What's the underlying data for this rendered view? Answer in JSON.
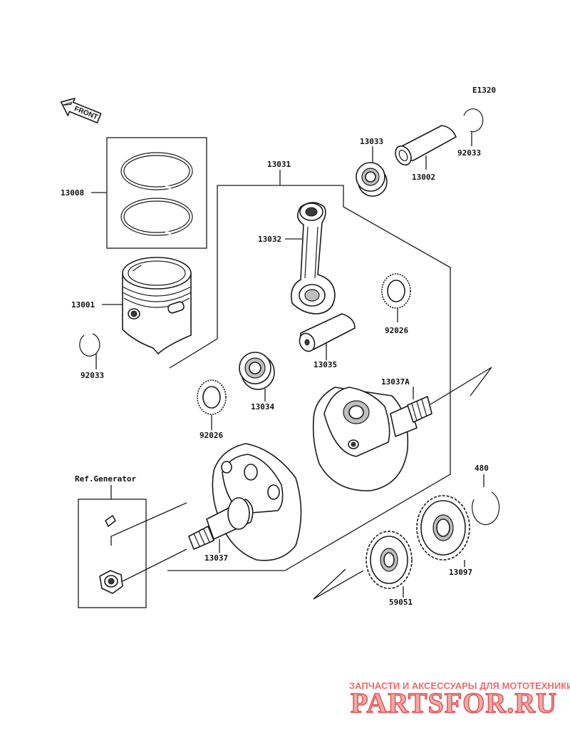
{
  "diagram_code": "E1320",
  "front_label": "FRONT",
  "ref_label": "Ref.Generator",
  "labels": {
    "p13008": "13008",
    "p13001": "13001",
    "p92033a": "92033",
    "p92033b": "92033",
    "p13033": "13033",
    "p13002": "13002",
    "p13031": "13031",
    "p13032": "13032",
    "p92026a": "92026",
    "p92026b": "92026",
    "p13035": "13035",
    "p13034": "13034",
    "p13037A": "13037A",
    "p13037": "13037",
    "p480": "480",
    "p13097": "13097",
    "p59051": "59051"
  },
  "watermark": {
    "tagline": "ЗАПЧАСТИ И АКСЕССУАРЫ ДЛЯ МОТОТЕХНИКИ",
    "brand": "PARTSFOR.RU"
  }
}
